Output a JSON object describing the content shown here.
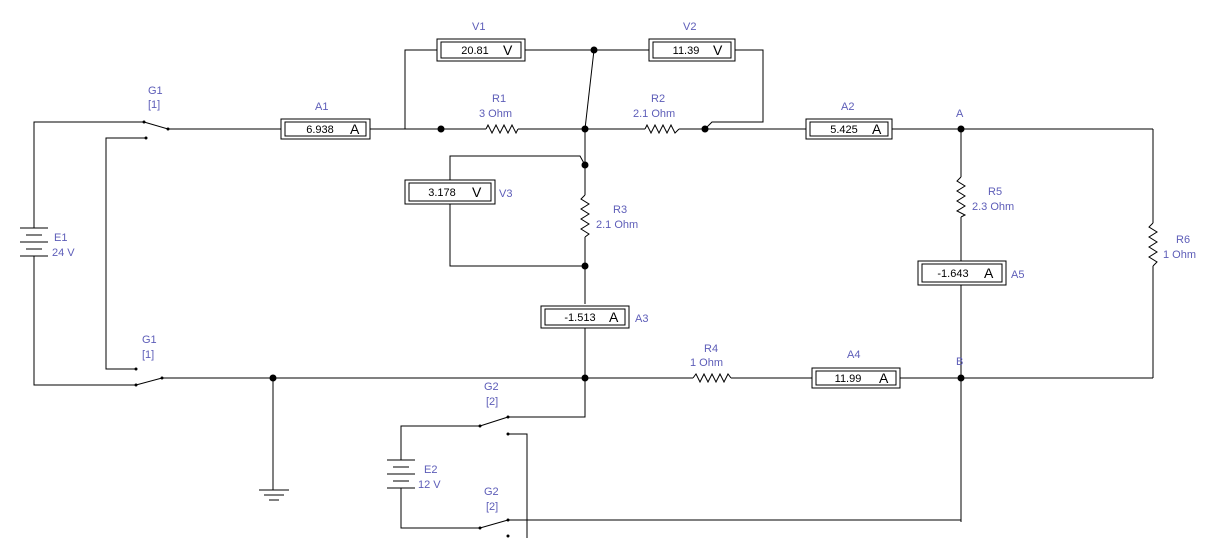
{
  "ammeters": {
    "A1": {
      "name": "A1",
      "value": "6.938",
      "unit": "A"
    },
    "A2": {
      "name": "A2",
      "value": "5.425",
      "unit": "A"
    },
    "A3": {
      "name": "A3",
      "value": "-1.513",
      "unit": "A"
    },
    "A4": {
      "name": "A4",
      "value": "11.99",
      "unit": "A"
    },
    "A5": {
      "name": "A5",
      "value": "-1.643",
      "unit": "A"
    }
  },
  "voltmeters": {
    "V1": {
      "name": "V1",
      "value": "20.81",
      "unit": "V"
    },
    "V2": {
      "name": "V2",
      "value": "11.39",
      "unit": "V"
    },
    "V3": {
      "name": "V3",
      "value": "3.178",
      "unit": "V"
    }
  },
  "resistors": {
    "R1": {
      "name": "R1",
      "value": "3  Ohm"
    },
    "R2": {
      "name": "R2",
      "value": "2.1  Ohm"
    },
    "R3": {
      "name": "R3",
      "value": "2.1  Ohm"
    },
    "R4": {
      "name": "R4",
      "value": "1  Ohm"
    },
    "R5": {
      "name": "R5",
      "value": "2.3  Ohm"
    },
    "R6": {
      "name": "R6",
      "value": "1  Ohm"
    }
  },
  "sources": {
    "E1": {
      "name": "E1",
      "value": "24 V"
    },
    "E2": {
      "name": "E2",
      "value": "12 V"
    }
  },
  "switches": {
    "G1_top": {
      "name": "G1",
      "key": "[1]"
    },
    "G1_bottom": {
      "name": "G1",
      "key": "[1]"
    },
    "G2_top": {
      "name": "G2",
      "key": "[2]"
    },
    "G2_bottom": {
      "name": "G2",
      "key": "[2]"
    }
  },
  "nodes": {
    "A": "A",
    "B": "B"
  }
}
